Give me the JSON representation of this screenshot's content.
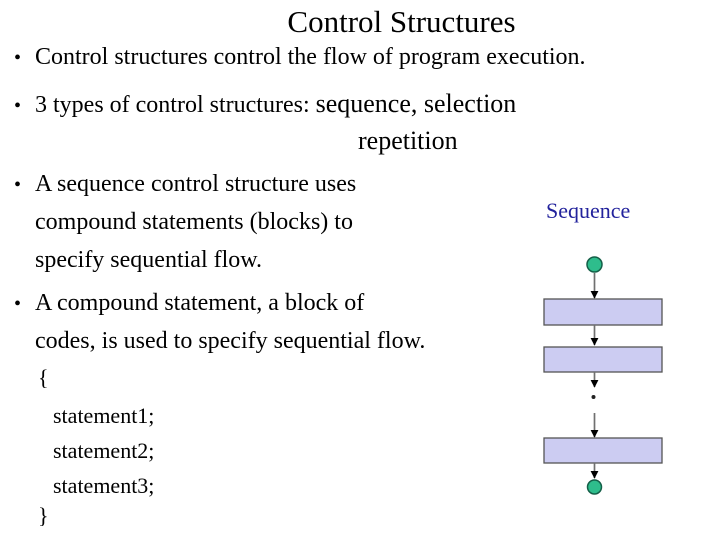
{
  "slide_title": "Control Structures",
  "bullet_char": "•",
  "bullets": {
    "b1": "Control structures control the flow of program execution.",
    "b2_prefix": "3 types of control structures: ",
    "b2_emphasis": "sequence, selection",
    "b2_continuation": "repetition",
    "b3_lines": [
      "A sequence control structure uses",
      "compound statements (blocks) to",
      "specify sequential flow."
    ],
    "b4_lines": [
      "A compound statement, a block of",
      "codes, is used to specify sequential flow."
    ]
  },
  "code_block": {
    "lines": [
      "{",
      "statement1;",
      "statement2;",
      "statement3;",
      "}"
    ]
  },
  "diagram": {
    "label": "Sequence",
    "colors": {
      "label_color": "#22229C",
      "box_fill": "#CCCCF2",
      "box_border": "#555555",
      "terminal_fill": "#2EBD8C",
      "terminal_border": "#155F48",
      "line_color": "#707070",
      "arrowhead_color": "#000000",
      "dot_color": "#222222",
      "background": "#FFFFFF",
      "text_color": "#000000"
    }
  }
}
